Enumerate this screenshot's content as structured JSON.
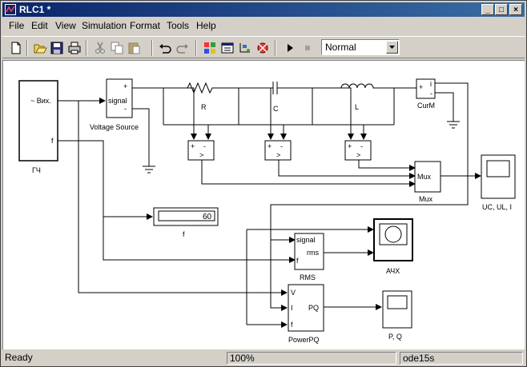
{
  "window": {
    "title": "RLC1 *"
  },
  "menu": [
    "File",
    "Edit",
    "View",
    "Simulation",
    "Format",
    "Tools",
    "Help"
  ],
  "toolbar": {
    "sim_mode": "Normal"
  },
  "blocks": {
    "gch": {
      "name": "ГЧ",
      "port_out": "~ Вих.",
      "port_f": "f"
    },
    "vsource": {
      "name": "Voltage Source",
      "in": "signal",
      "plus": "+",
      "minus": "-"
    },
    "r": "R",
    "c": "C",
    "l": "L",
    "curm": {
      "name": "CurM",
      "i": "i",
      "plus": "+",
      "minus": "-"
    },
    "mux": {
      "name": "Mux",
      "label": "Mux"
    },
    "scope1": "UC, UL, I",
    "display": {
      "name": "f",
      "value": "60"
    },
    "rms": {
      "name": "RMS",
      "in": "signal",
      "out": "rms",
      "f": "f"
    },
    "xy": "АЧХ",
    "powerpq": {
      "name": "PowerPQ",
      "v": "V",
      "i": "I",
      "f": "f",
      "out": "PQ"
    },
    "scope2": "P, Q",
    "vm": {
      "plus": "+",
      "minus": "-",
      "gt": ">"
    }
  },
  "status": {
    "state": "Ready",
    "zoom": "100%",
    "solver": "ode15s"
  }
}
